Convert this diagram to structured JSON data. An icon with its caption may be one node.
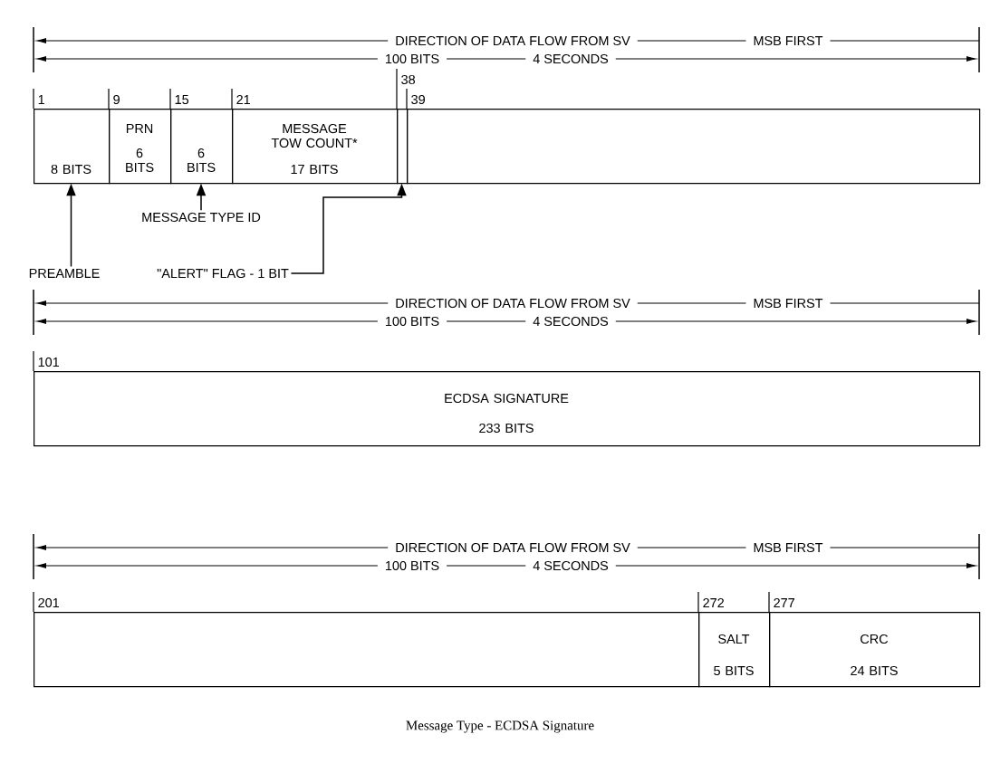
{
  "diagram": {
    "caption": "Message Type - ECDSA Signature",
    "nodes": [
      {
        "text": [
          "8 BITS"
        ],
        "beside": [
          "1"
        ]
      },
      {
        "text": [
          "PRN",
          "6 BITS"
        ],
        "beside": [
          "9"
        ]
      },
      {
        "text": [
          "6 BITS"
        ],
        "beside": [
          "15"
        ]
      },
      {
        "text": [
          "MESSAGE TOW COUNT*",
          "17 BITS"
        ],
        "beside": [
          "21"
        ]
      },
      {
        "text": [],
        "shape": "box",
        "beside": [
          "38"
        ]
      },
      {
        "text": [],
        "shape": "box",
        "beside": [
          "39"
        ]
      },
      {
        "text": [
          "PREAMBLE"
        ]
      },
      {
        "text": [
          "MESSAGE TYPE ID"
        ]
      },
      {
        "text": [
          "\"ALERT\" FLAG - 1 BIT"
        ]
      },
      {
        "text": [
          "ECDSA SIGNATURE",
          "233 BITS"
        ],
        "beside": [
          "101"
        ]
      },
      {
        "text": [],
        "shape": "box",
        "beside": [
          "201"
        ]
      },
      {
        "text": [
          "SALT",
          "5 BITS"
        ],
        "beside": [
          "272"
        ]
      },
      {
        "text": [
          "CRC",
          "24 BITS"
        ],
        "beside": [
          "277"
        ]
      }
    ],
    "edges": [
      {
        "from": 6,
        "to": 0,
        "arrow": "to"
      },
      {
        "from": 7,
        "to": 2,
        "arrow": "to"
      },
      {
        "from": 8,
        "to": 4,
        "arrow": "to"
      }
    ],
    "labels": [
      "DIRECTION OF DATA FLOW FROM SV",
      "MSB FIRST",
      "100 BITS",
      "4 SECONDS",
      "DIRECTION OF DATA FLOW FROM SV",
      "MSB FIRST",
      "100 BITS",
      "4 SECONDS",
      "DIRECTION OF DATA FLOW FROM SV",
      "MSB FIRST",
      "100 BITS",
      "4 SECONDS"
    ]
  }
}
